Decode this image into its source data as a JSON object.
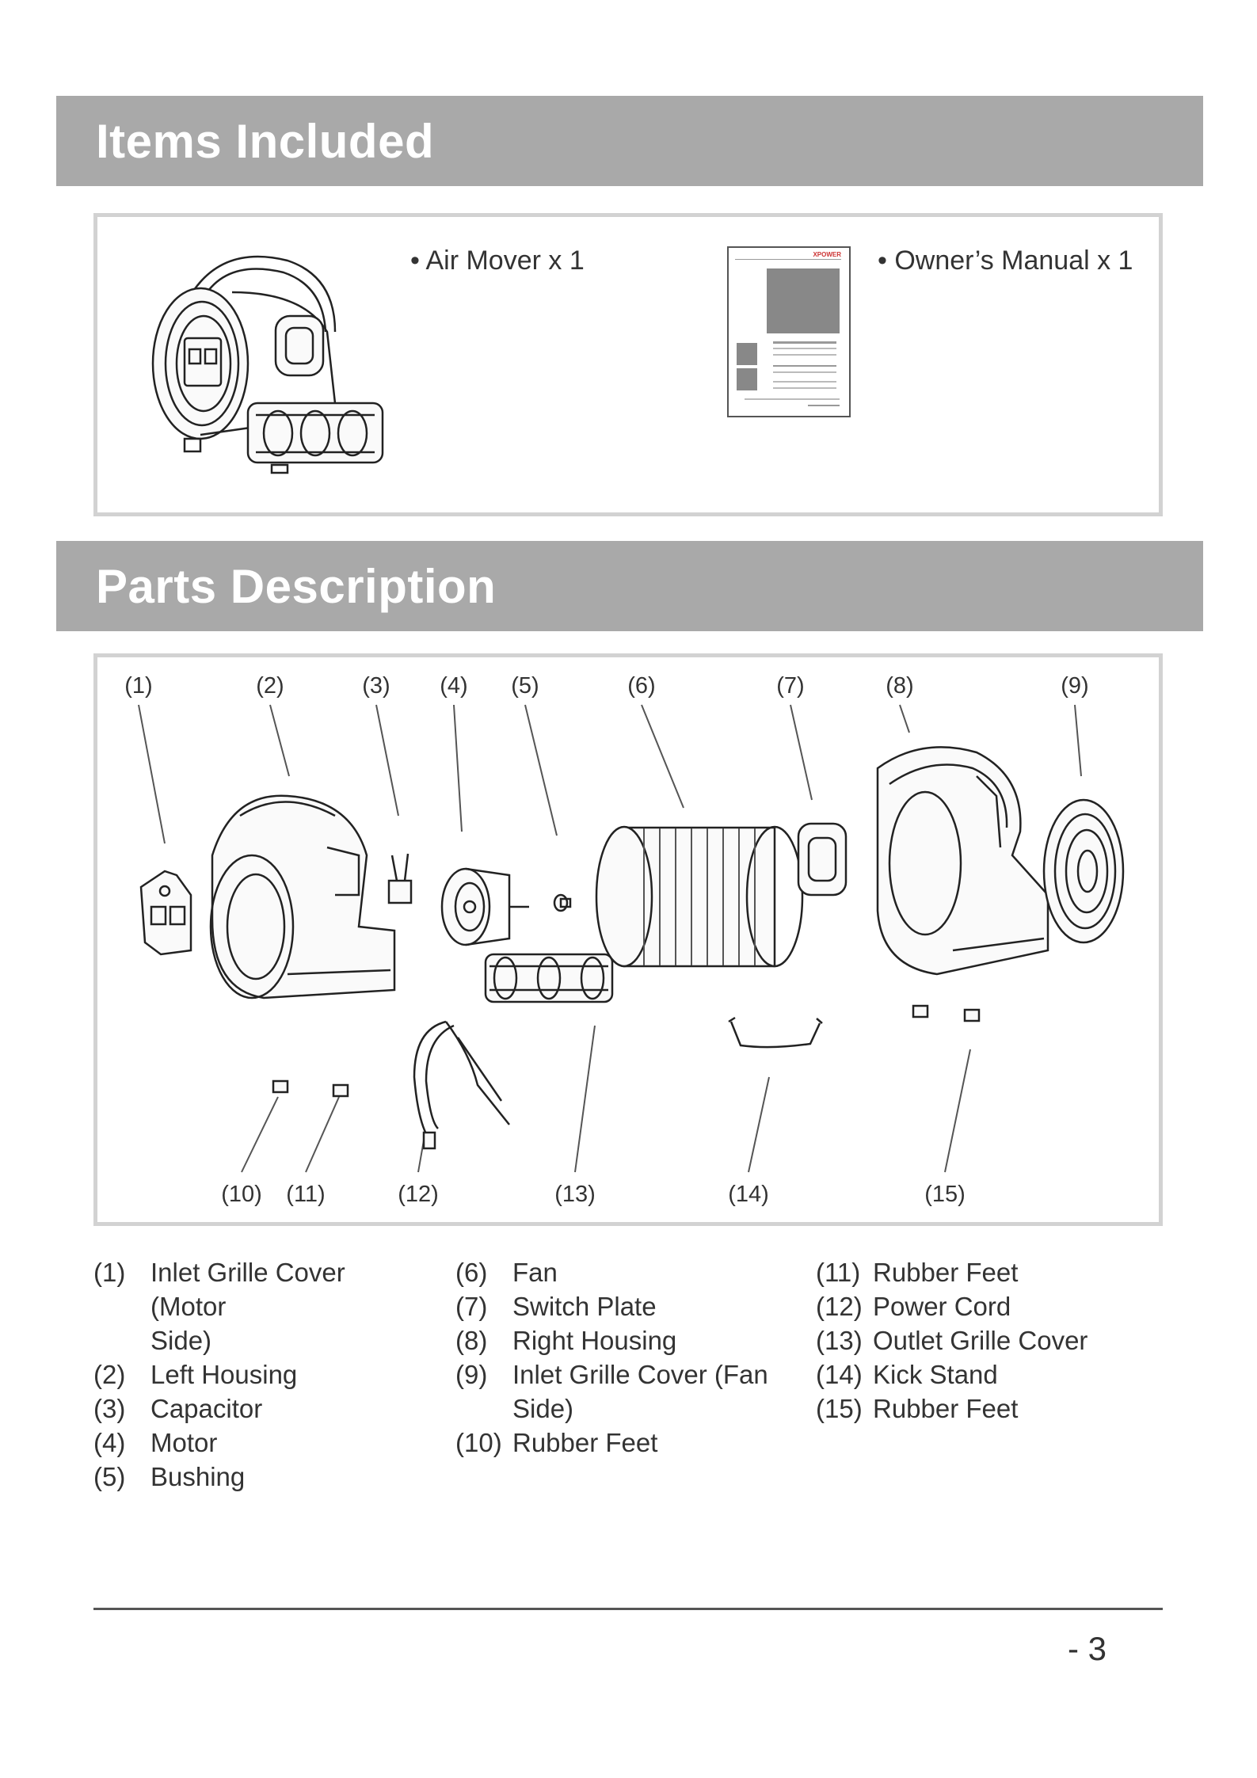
{
  "items_included": {
    "heading": "Items Included",
    "items": [
      {
        "label": "• Air Mover x 1"
      },
      {
        "label": "• Owner’s Manual x 1"
      }
    ],
    "manual_brand": "XPOWER"
  },
  "parts_description": {
    "heading": "Parts Description",
    "callouts": [
      "(1)",
      "(2)",
      "(3)",
      "(4)",
      "(5)",
      "(6)",
      "(7)",
      "(8)",
      "(9)",
      "(10)",
      "(11)",
      "(12)",
      "(13)",
      "(14)",
      "(15)"
    ],
    "legend_columns": [
      [
        {
          "num": "(1)",
          "text": "Inlet Grille Cover (Motor",
          "cont": "Side)"
        },
        {
          "num": "(2)",
          "text": "Left Housing"
        },
        {
          "num": "(3)",
          "text": "Capacitor"
        },
        {
          "num": "(4)",
          "text": "Motor"
        },
        {
          "num": "(5)",
          "text": "Bushing"
        }
      ],
      [
        {
          "num": "(6)",
          "text": "Fan"
        },
        {
          "num": "(7)",
          "text": "Switch Plate"
        },
        {
          "num": "(8)",
          "text": "Right Housing"
        },
        {
          "num": "(9)",
          "text": "Inlet Grille Cover (Fan",
          "cont": "Side)"
        },
        {
          "num": "(10)",
          "text": "Rubber Feet"
        }
      ],
      [
        {
          "num": "(11)",
          "text": "Rubber Feet"
        },
        {
          "num": "(12)",
          "text": "Power Cord"
        },
        {
          "num": "(13)",
          "text": "Outlet Grille Cover"
        },
        {
          "num": "(14)",
          "text": "Kick Stand"
        },
        {
          "num": "(15)",
          "text": "Rubber Feet"
        }
      ]
    ]
  },
  "footer": {
    "page_number": "- 3"
  }
}
